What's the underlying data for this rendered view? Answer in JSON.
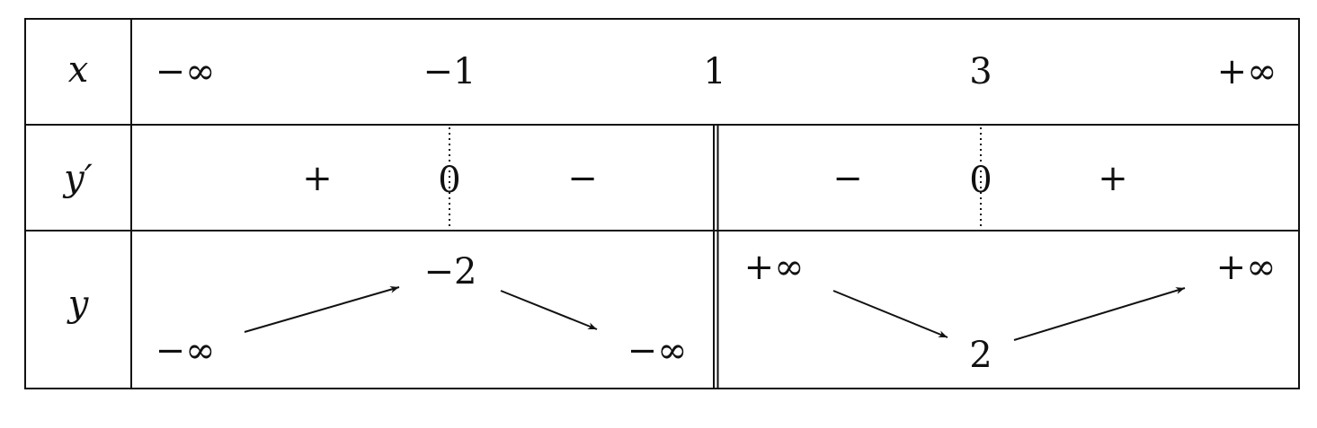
{
  "table": {
    "row_labels": {
      "x": "x",
      "y_prime": "y′",
      "y": "y"
    },
    "x_values": [
      "−∞",
      "−1",
      "1",
      "3",
      "+∞"
    ],
    "derivative": {
      "signs": [
        "+",
        "−",
        "−",
        "+"
      ],
      "zeros": [
        "0",
        "0"
      ]
    },
    "y_values": {
      "left_start": "−∞",
      "left_max": "−2",
      "left_end": "−∞",
      "right_start": "+∞",
      "right_min": "2",
      "right_end": "+∞"
    }
  }
}
